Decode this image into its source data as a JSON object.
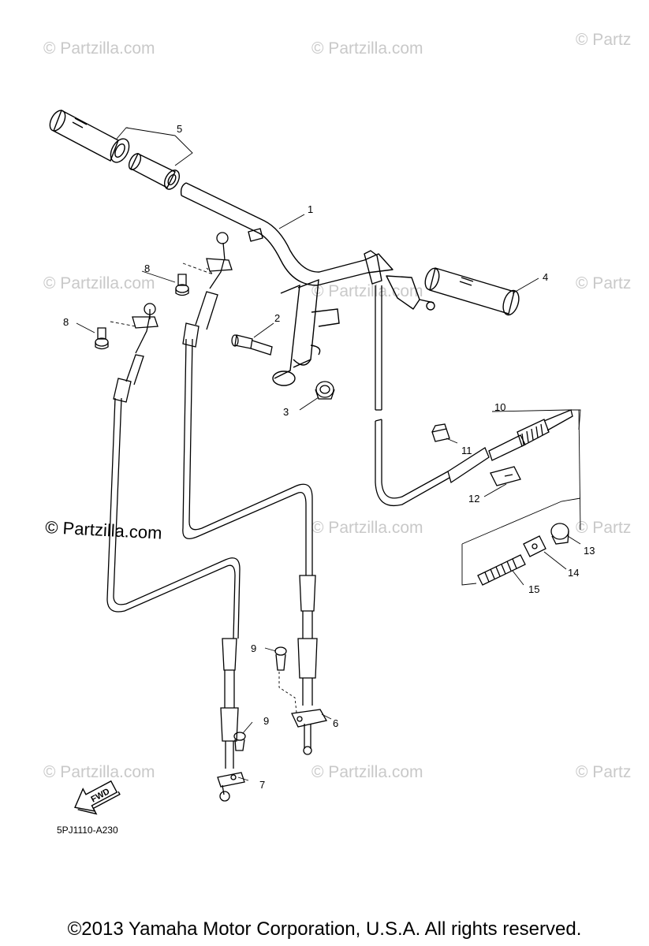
{
  "watermark": "© Partzilla.com",
  "watermark_clipped": "© Partz",
  "diagram_code": "5PJ1110-A230",
  "fwd_label": "FWD",
  "copyright": "©2013  Yamaha Motor Corporation, U.S.A. All rights reserved.",
  "callouts": {
    "c1": "1",
    "c2": "2",
    "c3": "3",
    "c4": "4",
    "c5": "5",
    "c6": "6",
    "c7": "7",
    "c8a": "8",
    "c8b": "8",
    "c9a": "9",
    "c9b": "9",
    "c10": "10",
    "c11": "11",
    "c12": "12",
    "c13": "13",
    "c14": "14",
    "c15": "15"
  }
}
